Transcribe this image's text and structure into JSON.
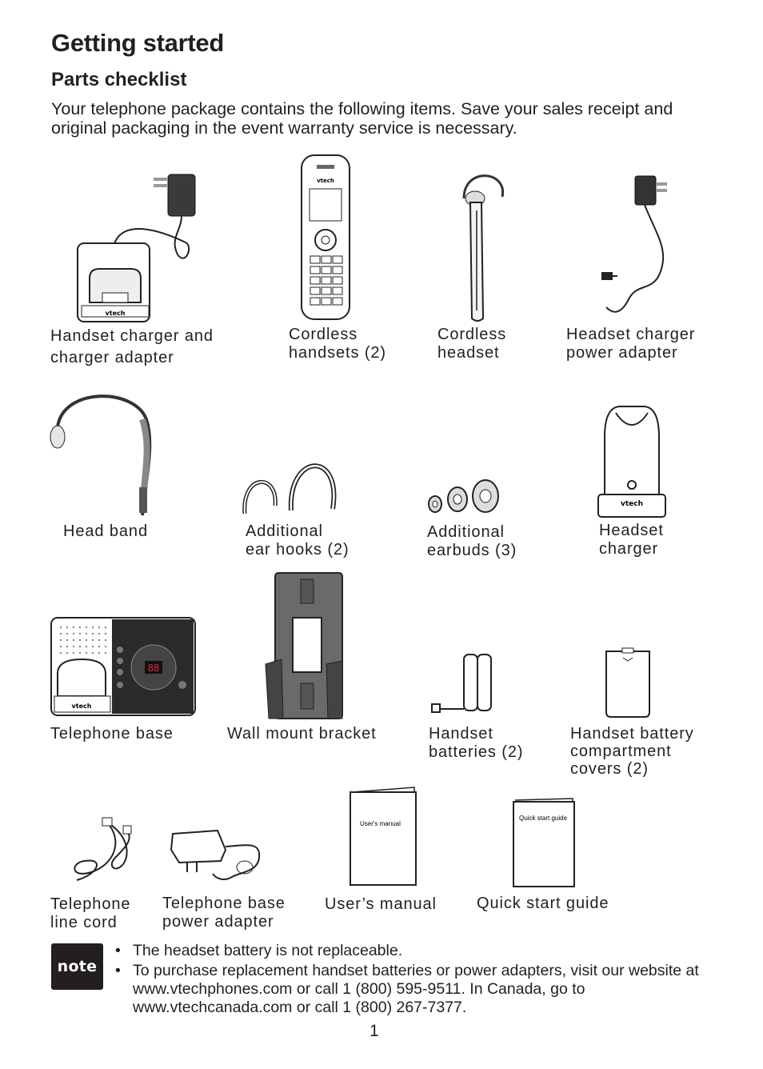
{
  "header": {
    "title": "Getting started",
    "subtitle": "Parts checklist",
    "intro": "Your telephone package contains the following items. Save your sales receipt and original packaging in the event warranty service is necessary."
  },
  "items": [
    {
      "label": "Handset charger and\ncharger adapter",
      "icon": "handset-charger-icon"
    },
    {
      "label": "Cordless\nhandsets (2)",
      "icon": "cordless-handset-icon",
      "brand": "vtech"
    },
    {
      "label": "Cordless\nheadset",
      "icon": "cordless-headset-icon"
    },
    {
      "label": "Headset charger\npower adapter",
      "icon": "power-adapter-icon"
    },
    {
      "label": "Head band",
      "icon": "head-band-icon"
    },
    {
      "label": "Additional\near hooks (2)",
      "icon": "ear-hooks-icon"
    },
    {
      "label": "Additional\nearbuds (3)",
      "icon": "earbuds-icon"
    },
    {
      "label": "Headset\ncharger",
      "icon": "headset-charger-icon",
      "brand": "vtech"
    },
    {
      "label": "Telephone base",
      "icon": "telephone-base-icon",
      "brand": "vtech"
    },
    {
      "label": "Wall mount bracket",
      "icon": "wall-mount-bracket-icon"
    },
    {
      "label": "Handset\nbatteries (2)",
      "icon": "battery-icon"
    },
    {
      "label": "Handset battery\ncompartment\ncovers (2)",
      "icon": "battery-cover-icon"
    },
    {
      "label": "Telephone\nline cord",
      "icon": "line-cord-icon"
    },
    {
      "label": "Telephone base\npower adapter",
      "icon": "base-adapter-icon"
    },
    {
      "label": "User’s manual",
      "icon": "manual-icon",
      "cover_text": "User's manual"
    },
    {
      "label": "Quick start guide",
      "icon": "quick-guide-icon",
      "cover_text": "Quick start guide"
    }
  ],
  "note": {
    "badge": "note",
    "bullets": [
      "The headset battery is not replaceable.",
      "To purchase replacement handset batteries or power adapters, visit our website at www.vtechphones.com or call 1 (800) 595-9511. In Canada, go to www.vtechcanada.com or call 1 (800) 267-7377."
    ]
  },
  "page_number": "1"
}
